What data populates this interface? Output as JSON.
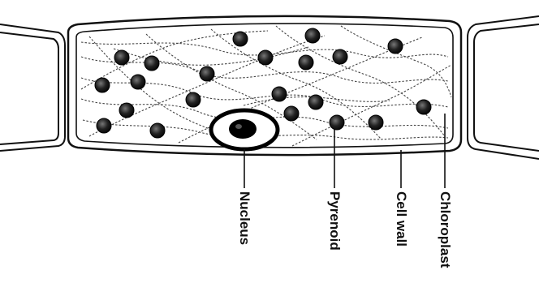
{
  "labels": {
    "nucleus": "Nucleus",
    "pyrenoid": "Pyrenoid",
    "cell_wall": "Cell wall",
    "chloroplast": "Chloroplast"
  },
  "colors": {
    "ink": "#111111",
    "background": "#ffffff",
    "chloroplast_strands": "#444444"
  }
}
